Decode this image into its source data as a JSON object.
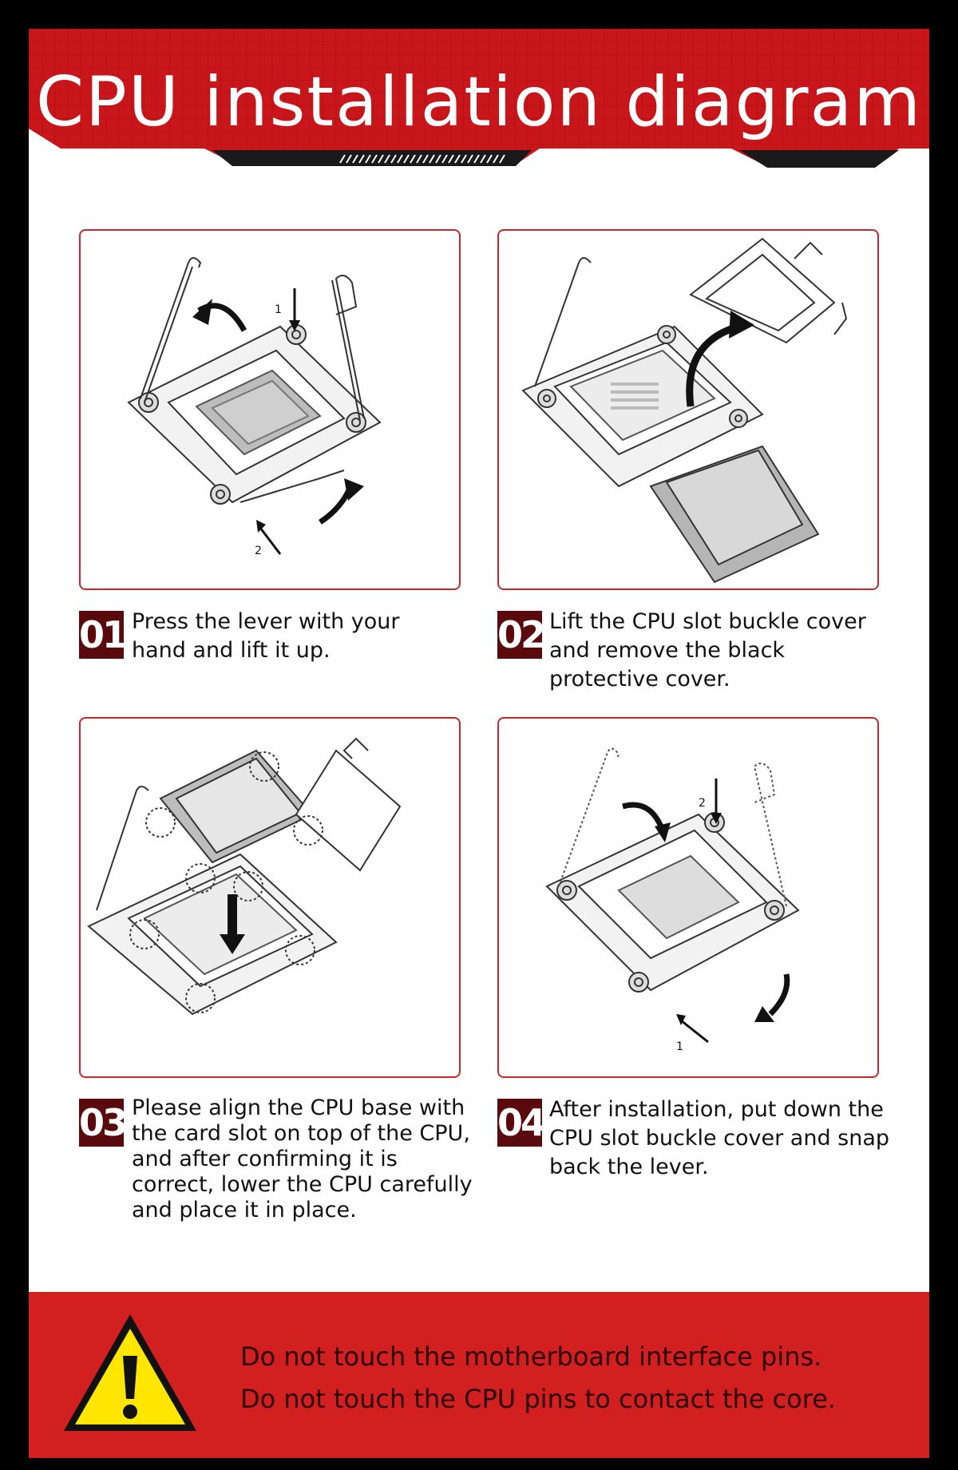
{
  "header": {
    "title": "CPU installation diagram"
  },
  "steps": [
    {
      "number": "01",
      "text": "Press the lever with your hand and lift it up.",
      "callouts": [
        "1",
        "2"
      ]
    },
    {
      "number": "02",
      "text": "Lift the CPU slot buckle cover and remove the black protective cover."
    },
    {
      "number": "03",
      "text": "Please align the CPU base with the card slot on top of the CPU, and after confirming it is correct, lower the CPU carefully and place it in place."
    },
    {
      "number": "04",
      "text": "After installation, put down the CPU slot buckle cover and snap back the lever.",
      "callouts": [
        "2",
        "1"
      ]
    }
  ],
  "warning": {
    "lines": [
      "Do not touch the motherboard interface pins.",
      "Do not touch the CPU pins to contact the core."
    ]
  },
  "colors": {
    "brand_red": "#c8161b",
    "dark_red": "#5a0a0d",
    "warning_yellow": "#ffe600",
    "warning_band": "#d21f20"
  },
  "icons": [
    "warning-triangle-icon",
    "arrow-icon"
  ]
}
